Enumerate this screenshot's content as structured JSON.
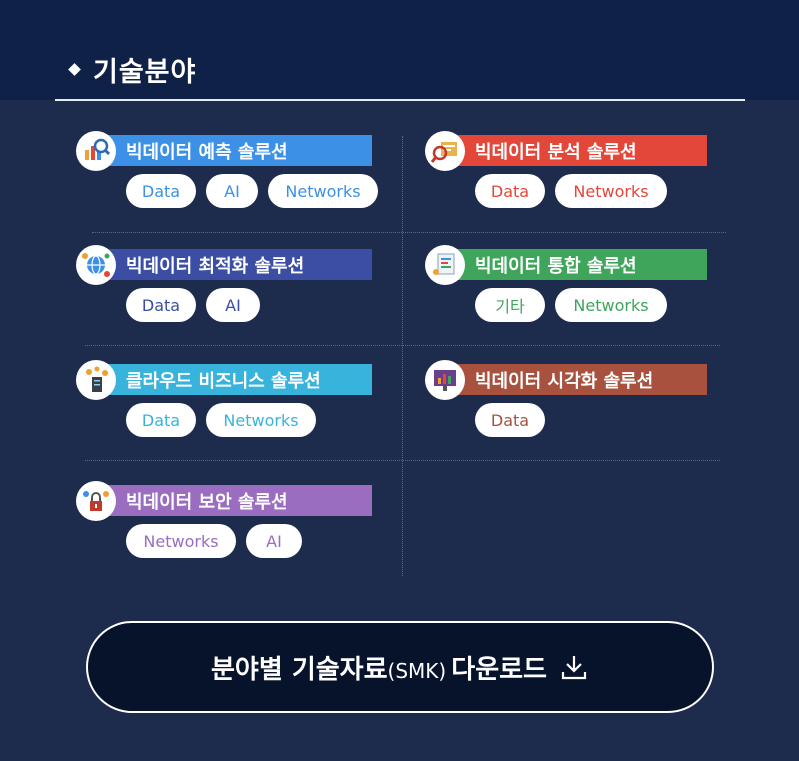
{
  "section": {
    "title": "기술분야"
  },
  "colors": {
    "predict": "#3c91e6",
    "analysis": "#e2473a",
    "optimize": "#3b4ea4",
    "integrate": "#3ea55b",
    "cloud": "#38b3dc",
    "visual": "#a8513e",
    "security": "#9a6dc0"
  },
  "categories": {
    "predict": {
      "title": "빅데이터 예측 솔루션",
      "tags": [
        "Data",
        "AI",
        "Networks"
      ]
    },
    "analysis": {
      "title": "빅데이터 분석 솔루션",
      "tags": [
        "Data",
        "Networks"
      ]
    },
    "optimize": {
      "title": "빅데이터 최적화 솔루션",
      "tags": [
        "Data",
        "AI"
      ]
    },
    "integrate": {
      "title": "빅데이터 통합 솔루션",
      "tags": [
        "기타",
        "Networks"
      ]
    },
    "cloud": {
      "title": "클라우드 비즈니스 솔루션",
      "tags": [
        "Data",
        "Networks"
      ]
    },
    "visual": {
      "title": "빅데이터 시각화 솔루션",
      "tags": [
        "Data"
      ]
    },
    "security": {
      "title": "빅데이터 보안 솔루션",
      "tags": [
        "Networks",
        "AI"
      ]
    }
  },
  "download": {
    "label": "분야별 기술자료",
    "suffix": "(SMK)",
    "label2": "다운로드"
  }
}
